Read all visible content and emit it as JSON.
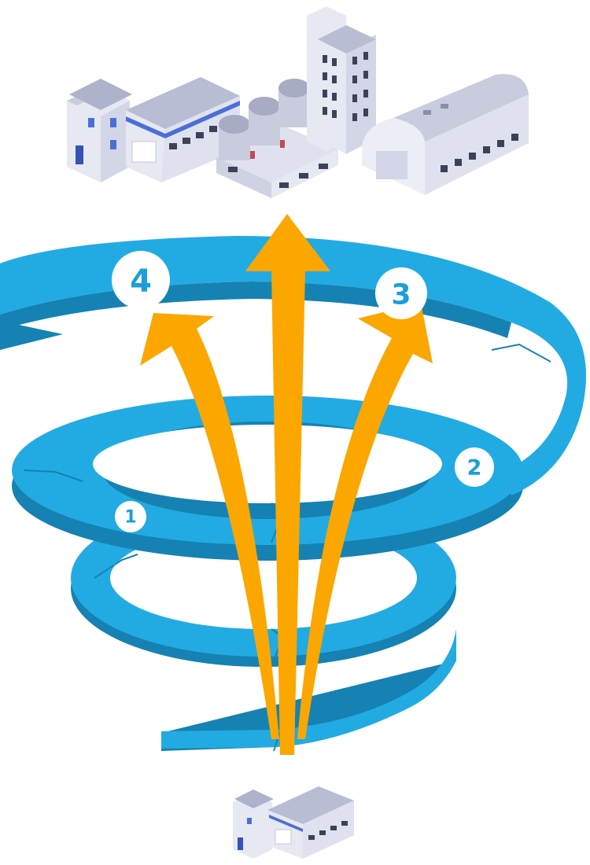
{
  "stages": [
    {
      "label": "1"
    },
    {
      "label": "2"
    },
    {
      "label": "3"
    },
    {
      "label": "4"
    }
  ],
  "colors": {
    "spiral_top": "#22abe2",
    "spiral_side": "#1582b3",
    "arrow": "#fba700",
    "badge_bg": "#ffffff",
    "badge_text": "#1a9fd8",
    "building_wall": "#e6e8f2",
    "building_roof": "#b9bdd3",
    "building_accent": "#4b6fd6"
  },
  "icons": {
    "top": "industrial-complex-icon",
    "bottom": "small-factory-icon"
  }
}
